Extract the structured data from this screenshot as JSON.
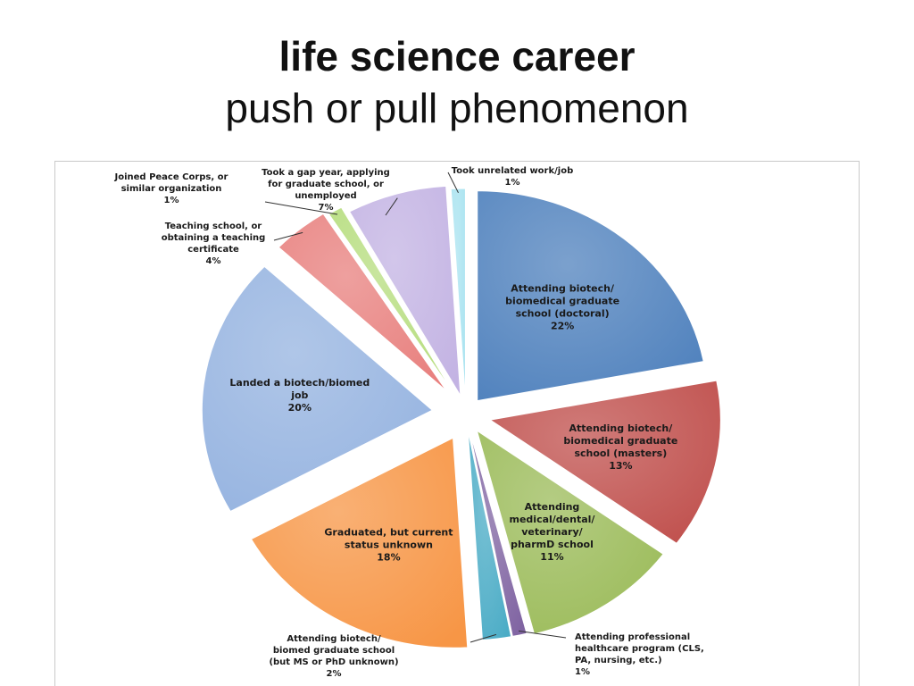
{
  "slide": {
    "title_bold": "life science career",
    "title_regular": "push or pull phenomenon"
  },
  "chart_data": {
    "type": "pie",
    "exploded": true,
    "three_d": true,
    "legend": "none",
    "slices": [
      {
        "label": [
          "Attending biotech/",
          "biomedical graduate",
          "school (doctoral)"
        ],
        "pct_label": "22%",
        "value": 22,
        "color": "#4f81bd",
        "label_placement": "inside"
      },
      {
        "label": [
          "Attending biotech/",
          "biomedical graduate",
          "school (masters)"
        ],
        "pct_label": "13%",
        "value": 13,
        "color": "#c0504d",
        "label_placement": "inside"
      },
      {
        "label": [
          "Attending",
          "medical/dental/",
          "veterinary/",
          "pharmD school"
        ],
        "pct_label": "11%",
        "value": 11,
        "color": "#9bbb59",
        "label_placement": "inside"
      },
      {
        "label": [
          "Attending professional",
          "healthcare program (CLS,",
          "PA, nursing, etc.)"
        ],
        "pct_label": "1%",
        "value": 1,
        "color": "#8064a2",
        "label_placement": "outside"
      },
      {
        "label": [
          "Attending biotech/",
          "biomed graduate school",
          "(but MS or PhD unknown)"
        ],
        "pct_label": "2%",
        "value": 2,
        "color": "#4bacc6",
        "label_placement": "outside"
      },
      {
        "label": [
          "Graduated, but current",
          "status unknown"
        ],
        "pct_label": "18%",
        "value": 18,
        "color": "#f79646",
        "label_placement": "inside"
      },
      {
        "label": [
          "Landed a biotech/biomed",
          "job"
        ],
        "pct_label": "20%",
        "value": 20,
        "color": "#95b3e0",
        "label_placement": "inside"
      },
      {
        "label": [
          "Teaching school, or",
          "obtaining a teaching",
          "certificate"
        ],
        "pct_label": "4%",
        "value": 4,
        "color": "#e8807e",
        "label_placement": "outside"
      },
      {
        "label": [
          "Joined Peace Corps, or",
          "similar organization"
        ],
        "pct_label": "1%",
        "value": 1,
        "color": "#b6dd7e",
        "label_placement": "outside"
      },
      {
        "label": [
          "Took a gap year, applying",
          "for graduate school, or",
          "unemployed"
        ],
        "pct_label": "7%",
        "value": 7,
        "color": "#c3b3e3",
        "label_placement": "outside"
      },
      {
        "label": [
          "Took unrelated work/job"
        ],
        "pct_label": "1%",
        "value": 1,
        "color": "#a9e3f0",
        "label_placement": "outside"
      }
    ]
  }
}
